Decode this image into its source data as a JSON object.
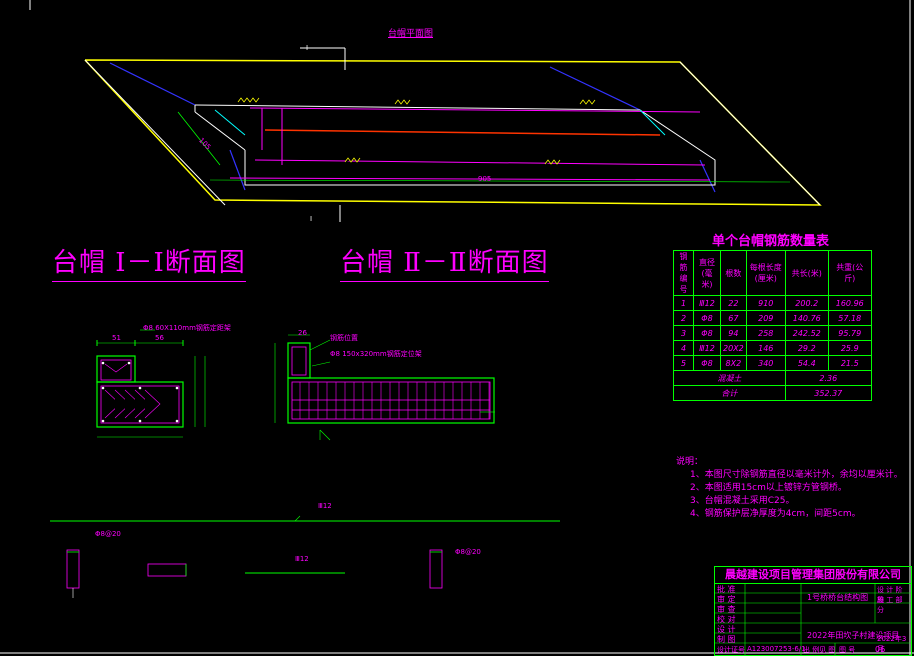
{
  "plan": {
    "title": "台帽平面图",
    "cut_mark": "I"
  },
  "section1": {
    "title": "台帽 I－I断面图"
  },
  "section2": {
    "title": "台帽 Ⅱ－Ⅱ断面图"
  },
  "table": {
    "title": "单个台帽钢筋数量表",
    "headers": [
      "钢筋编号",
      "直径(毫米)",
      "根数",
      "每根长度(厘米)",
      "共长(米)",
      "共重(公斤)"
    ],
    "rows": [
      [
        "1",
        "Ⅲ12",
        "22",
        "910",
        "200.2",
        "160.96"
      ],
      [
        "2",
        "Φ8",
        "67",
        "209",
        "140.76",
        "57.18"
      ],
      [
        "3",
        "Φ8",
        "94",
        "258",
        "242.52",
        "95.79"
      ],
      [
        "4",
        "Ⅲ12",
        "20X2",
        "146",
        "29.2",
        "25.9"
      ],
      [
        "5",
        "Φ8",
        "8X2",
        "340",
        "54.4",
        "21.5"
      ]
    ],
    "concrete_label": "混凝土",
    "concrete_value": "2.36",
    "total_label": "合计",
    "total_value": "352.37"
  },
  "notes": {
    "heading": "说明：",
    "lines": [
      "1、本图尺寸除钢筋直径以毫米计外，余均以厘米计。",
      "2、本图适用15cm以上镀锌方管钢桥。",
      "3、台帽混凝土采用C25。",
      "4、钢筋保护层净厚度为4cm，间距5cm。"
    ]
  },
  "title_block": {
    "company": "晨越建设项目管理集团股份有限公司",
    "rows": [
      {
        "label": "批 准",
        "sign": ""
      },
      {
        "label": "审 定",
        "sign": ""
      },
      {
        "label": "审 查",
        "sign": ""
      },
      {
        "label": "校 对",
        "sign": ""
      },
      {
        "label": "设 计",
        "sign": ""
      },
      {
        "label": "制 图",
        "sign": ""
      },
      {
        "label": "设计证号",
        "sign": "A123007253-6/1"
      }
    ],
    "drawing_name": "1号桥桥台结构图",
    "project_name": "2022年田坎子村建设项目",
    "stage_labels": [
      "设 计 阶 段",
      "施 工 部 分"
    ],
    "date": "2022年3月",
    "sheet_labels": [
      "出 例",
      "见 图",
      "图 号"
    ],
    "sheet_no": "06"
  },
  "labels": {
    "dim_plan": "905",
    "dim_side": "105",
    "s1_dims": [
      "51",
      "56"
    ],
    "s2_dim": "26",
    "s1_bar_note": "Φ8 60X110mm钢筋定距架",
    "s2_note1": "钢筋位置",
    "s2_note2": "Φ8 150x320mm钢筋定位架",
    "rebar_label_a": "Ⅲ12",
    "rebar_label_b": "Φ8@20",
    "rebar_label_c": "Ⅲ12",
    "rebar_label_d": "Φ8@20"
  }
}
